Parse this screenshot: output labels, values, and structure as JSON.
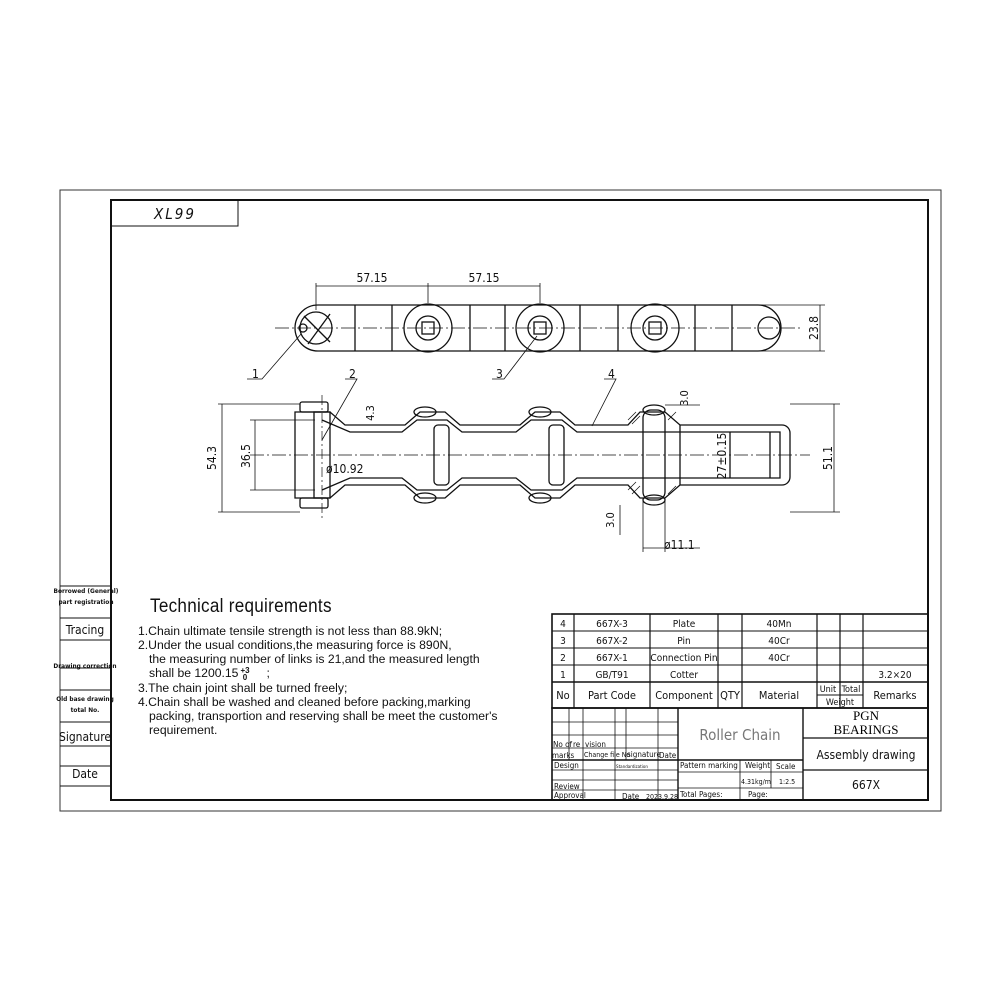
{
  "drawing_id": "XL99",
  "dimensions": {
    "pitch_1": "57.15",
    "pitch_2": "57.15",
    "plate_height": "23.8",
    "outer_width": "54.3",
    "inner_width": "36.5",
    "plate_thickness_top": "4.3",
    "pin_diameter": "ø10.92",
    "offset_top": "3.0",
    "offset_bottom": "3.0",
    "inner_gap": "27±0.15",
    "overall_width": "51.1",
    "roller_diameter": "ø11.1"
  },
  "callouts": [
    "1",
    "2",
    "3",
    "4"
  ],
  "side_blocks": {
    "borrowed_1": "Borrowed (General)",
    "borrowed_2": "part registration",
    "tracing": "Tracing",
    "drawing_correction": "Drawing correction",
    "old_base_1": "Old base drawing",
    "old_base_2": "total No.",
    "signature": "Signature",
    "date": "Date"
  },
  "technical": {
    "heading": "Technical requirements",
    "line1": "1.Chain ultimate tensile strength is not less than 88.9kN;",
    "line2a": "2.Under the usual conditions,the measuring force is 890N,",
    "line2b": "the measuring number of links is 21,and the measured length",
    "line2c": "shall be 1200.15",
    "tol_plus": "+3",
    "tol_zero": "0",
    "line2d": ";",
    "line3": "3.The chain joint shall be turned freely;",
    "line4a": "4.Chain shall be washed and cleaned before packing,marking",
    "line4b": "packing, transportion and reserving shall be meet the customer's",
    "line4c": "requirement."
  },
  "bom": {
    "rows": [
      {
        "no": "4",
        "code": "667X-3",
        "component": "Plate",
        "qty": "",
        "material": "40Mn",
        "remarks": ""
      },
      {
        "no": "3",
        "code": "667X-2",
        "component": "Pin",
        "qty": "",
        "material": "40Cr",
        "remarks": ""
      },
      {
        "no": "2",
        "code": "667X-1",
        "component": "Connection Pin",
        "qty": "",
        "material": "40Cr",
        "remarks": ""
      },
      {
        "no": "1",
        "code": "GB/T91",
        "component": "Cotter",
        "qty": "",
        "material": "",
        "remarks": "3.2×20"
      }
    ],
    "header": {
      "no": "No",
      "code": "Part Code",
      "component": "Component",
      "qty": "QTY",
      "material": "Material",
      "unit": "Unit",
      "total": "Total",
      "weight": "Weight",
      "remarks": "Remarks"
    }
  },
  "title_block": {
    "mark_a": "No of",
    "mark_b": "re",
    "mark_c": "vision",
    "marks": "marks",
    "change_file": "Change file No",
    "signature": "signature",
    "date_label": "Date",
    "design": "Design",
    "standardization": "Standardization",
    "pattern_marking": "Pattern marking",
    "weight": "Weight",
    "scale": "Scale",
    "weight_value": "4.31kg/m",
    "scale_value": "1:2.5",
    "review": "Review",
    "approval": "Approval",
    "date2": "Date",
    "date_value": "2023.9.28",
    "total_pages": "Total Pages:",
    "page": "Page:",
    "product_name": "Roller Chain",
    "company_1": "PGN",
    "company_2": "BEARINGS",
    "drawing_type": "Assembly drawing",
    "drawing_no": "667X"
  }
}
